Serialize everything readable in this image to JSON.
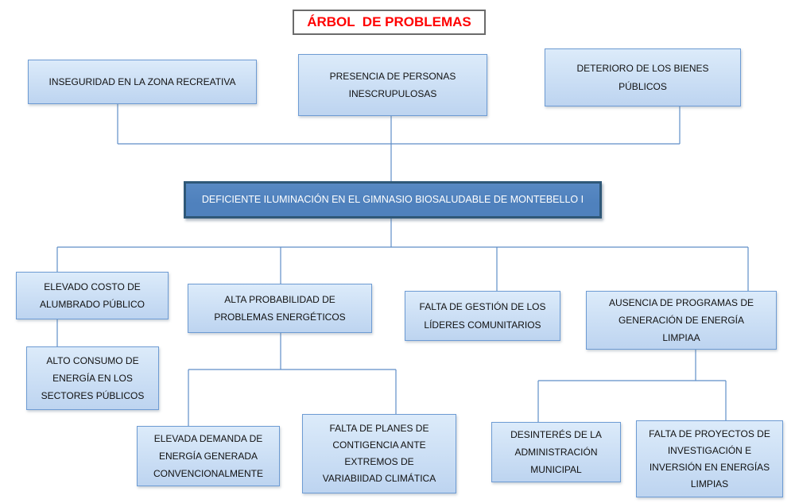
{
  "title": "ÁRBOL  DE PROBLEMAS",
  "diagram": {
    "effects": [
      {
        "label": "INSEGURIDAD EN LA ZONA RECREATIVA"
      },
      {
        "label": "PRESENCIA DE PERSONAS\nINESCRUPULOSAS"
      },
      {
        "label": "DETERIORO DE LOS BIENES\nPÚBLICOS"
      }
    ],
    "central_problem": {
      "label": "DEFICIENTE ILUMINACIÓN EN EL GIMNASIO BIOSALUDABLE DE MONTEBELLO I"
    },
    "causes": [
      {
        "label": "ELEVADO COSTO DE\nALUMBRADO PÚBLICO"
      },
      {
        "label": "ALTA PROBABILIDAD DE\nPROBLEMAS ENERGÉTICOS"
      },
      {
        "label": "FALTA DE GESTIÓN DE LOS\nLÍDERES COMUNITARIOS"
      },
      {
        "label": "AUSENCIA DE PROGRAMAS DE\nGENERACIÓN DE ENERGÍA\nLIMPIAA"
      }
    ],
    "sub_causes": [
      {
        "label": "ALTO CONSUMO DE\nENERGÍA EN LOS\nSECTORES  PÚBLICOS"
      },
      {
        "label": "ELEVADA DEMANDA DE\nENERGÍA GENERADA\nCONVENCIONALMENTE"
      },
      {
        "label": "FALTA DE PLANES DE\nCONTIGENCIA ANTE\nEXTREMOS  DE\nVARIABIIDAD CLIMÁTICA"
      },
      {
        "label": "DESINTERÉS DE LA\nADMINISTRACIÓN\nMUNICIPAL"
      },
      {
        "label": "FALTA DE PROYECTOS DE\nINVESTIGACIÓN E\nINVERSIÓN EN ENERGÍAS\nLIMPIAS"
      }
    ]
  },
  "colors": {
    "title_text": "#ff0000",
    "box_fill_top": "#dcebfa",
    "box_fill_bottom": "#bdd4f0",
    "box_border": "#6d9bd3",
    "central_fill": "#4f81bd",
    "central_border": "#2f5878",
    "central_text": "#ffffff",
    "connector": "#5f8ec7"
  }
}
